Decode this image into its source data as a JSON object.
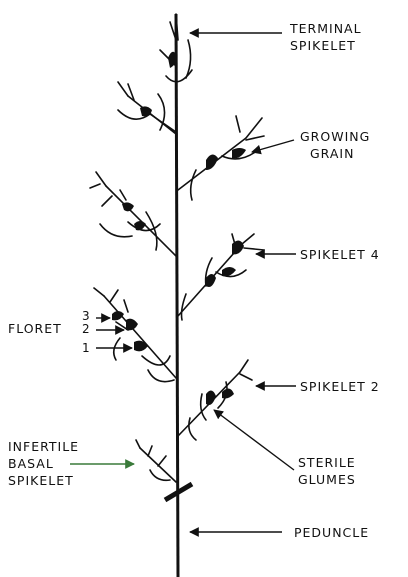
{
  "labels": {
    "terminal_spikelet": [
      "TERMINAL",
      "SPIKELET"
    ],
    "growing_grain": [
      "GROWING",
      "GRAIN"
    ],
    "spikelet_4": "SPIKELET 4",
    "spikelet_2": "SPIKELET 2",
    "sterile_glumes": [
      "STERILE",
      "GLUMES"
    ],
    "peduncle": "PEDUNCLE",
    "infertile_basal_spikelet": [
      "INFERTILE",
      "BASAL",
      "SPIKELET"
    ],
    "floret": "FLORET",
    "floret_numbers": [
      "3",
      "2",
      "1"
    ]
  },
  "colors": {
    "ink": "#111111",
    "basal_arrow": "#3a7a3a",
    "background": "#ffffff"
  }
}
